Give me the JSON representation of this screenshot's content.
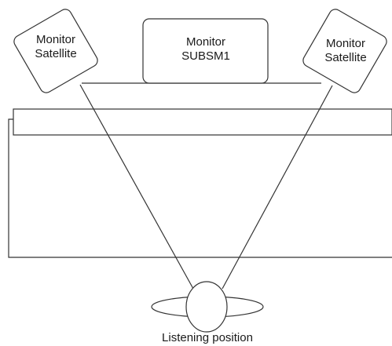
{
  "diagram": {
    "satellite_left": {
      "line1": "Monitor",
      "line2": "Satellite"
    },
    "subwoofer": {
      "line1": "Monitor",
      "line2": "SUBSM1"
    },
    "satellite_right": {
      "line1": "Monitor",
      "line2": "Satellite"
    },
    "listener": {
      "label": "Listening position"
    }
  }
}
